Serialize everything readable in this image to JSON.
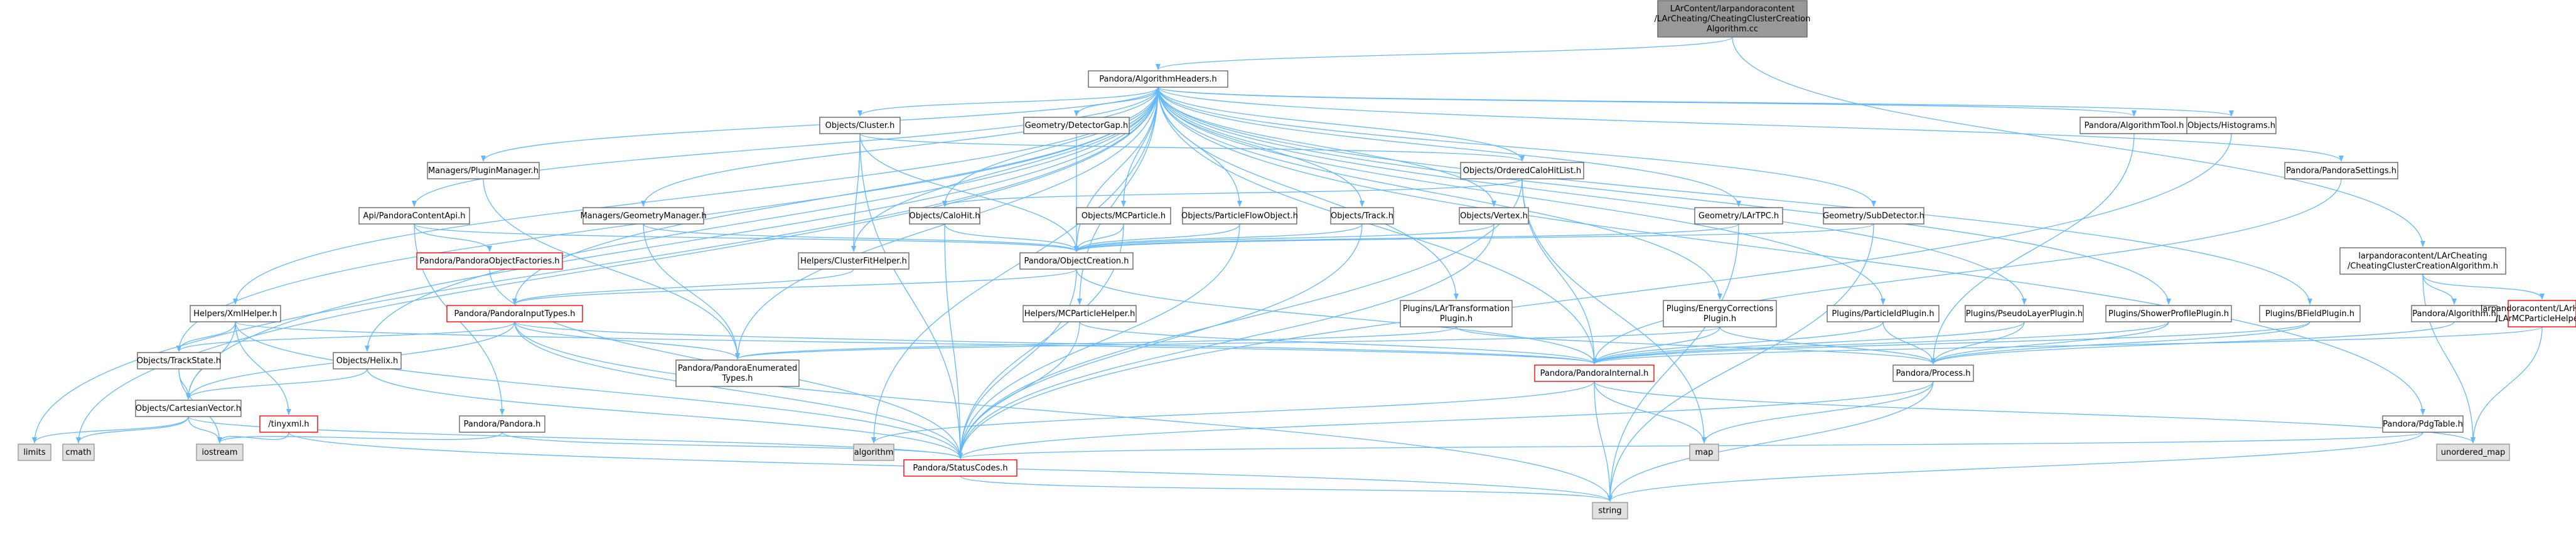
{
  "colors": {
    "edge": "#63B8FF",
    "node_fill": "#ffffff",
    "node_border": "#666666",
    "root_fill": "#999999",
    "root_border": "#666666",
    "missing_border": "#ff0000",
    "system_fill": "#e0e0e0",
    "system_border": "#999999"
  },
  "nodes": [
    {
      "id": "root",
      "kind": "root",
      "label": [
        "LArContent/larpandoracontent",
        "/LArCheating/CheatingClusterCreation",
        "Algorithm.cc"
      ]
    },
    {
      "id": "algh",
      "kind": "normal",
      "label": [
        "Pandora/AlgorithmHeaders.h"
      ]
    },
    {
      "id": "cluster",
      "kind": "normal",
      "label": [
        "Objects/Cluster.h"
      ]
    },
    {
      "id": "detgap",
      "kind": "normal",
      "label": [
        "Geometry/DetectorGap.h"
      ]
    },
    {
      "id": "algtool",
      "kind": "normal",
      "label": [
        "Pandora/AlgorithmTool.h"
      ]
    },
    {
      "id": "histo",
      "kind": "normal",
      "label": [
        "Objects/Histograms.h"
      ]
    },
    {
      "id": "settings",
      "kind": "normal",
      "label": [
        "Pandora/PandoraSettings.h"
      ]
    },
    {
      "id": "plugmgr",
      "kind": "normal",
      "label": [
        "Managers/PluginManager.h"
      ]
    },
    {
      "id": "ochl",
      "kind": "normal",
      "label": [
        "Objects/OrderedCaloHitList.h"
      ]
    },
    {
      "id": "apicontent",
      "kind": "normal",
      "label": [
        "Api/PandoraContentApi.h"
      ]
    },
    {
      "id": "geomgr",
      "kind": "normal",
      "label": [
        "Managers/GeometryManager.h"
      ]
    },
    {
      "id": "calohit",
      "kind": "normal",
      "label": [
        "Objects/CaloHit.h"
      ]
    },
    {
      "id": "mcp",
      "kind": "normal",
      "label": [
        "Objects/MCParticle.h"
      ]
    },
    {
      "id": "pfo",
      "kind": "normal",
      "label": [
        "Objects/ParticleFlowObject.h"
      ]
    },
    {
      "id": "track",
      "kind": "normal",
      "label": [
        "Objects/Track.h"
      ]
    },
    {
      "id": "vertex",
      "kind": "normal",
      "label": [
        "Objects/Vertex.h"
      ]
    },
    {
      "id": "lartpc",
      "kind": "normal",
      "label": [
        "Geometry/LArTPC.h"
      ]
    },
    {
      "id": "subdet",
      "kind": "normal",
      "label": [
        "Geometry/SubDetector.h"
      ]
    },
    {
      "id": "objfact",
      "kind": "missing",
      "label": [
        "Pandora/PandoraObjectFactories.h"
      ]
    },
    {
      "id": "clusterfit",
      "kind": "normal",
      "label": [
        "Helpers/ClusterFitHelper.h"
      ]
    },
    {
      "id": "objcreate",
      "kind": "normal",
      "label": [
        "Pandora/ObjectCreation.h"
      ]
    },
    {
      "id": "ccca",
      "kind": "normal",
      "label": [
        "larpandoracontent/LArCheating",
        "/CheatingClusterCreationAlgorithm.h"
      ]
    },
    {
      "id": "xml",
      "kind": "normal",
      "label": [
        "Helpers/XmlHelper.h"
      ]
    },
    {
      "id": "inputtypes",
      "kind": "missing",
      "label": [
        "Pandora/PandoraInputTypes.h"
      ]
    },
    {
      "id": "mcphelper",
      "kind": "normal",
      "label": [
        "Helpers/MCParticleHelper.h"
      ]
    },
    {
      "id": "lartransf",
      "kind": "normal",
      "label": [
        "Plugins/LArTransformation",
        "Plugin.h"
      ]
    },
    {
      "id": "energy",
      "kind": "normal",
      "label": [
        "Plugins/EnergyCorrections",
        "Plugin.h"
      ]
    },
    {
      "id": "partid",
      "kind": "normal",
      "label": [
        "Plugins/ParticleIdPlugin.h"
      ]
    },
    {
      "id": "pseudo",
      "kind": "normal",
      "label": [
        "Plugins/PseudoLayerPlugin.h"
      ]
    },
    {
      "id": "shower",
      "kind": "normal",
      "label": [
        "Plugins/ShowerProfilePlugin.h"
      ]
    },
    {
      "id": "bfield",
      "kind": "normal",
      "label": [
        "Plugins/BFieldPlugin.h"
      ]
    },
    {
      "id": "algorithm",
      "kind": "normal",
      "label": [
        "Pandora/Algorithm.h"
      ]
    },
    {
      "id": "larmcp",
      "kind": "missing",
      "label": [
        "larpandoracontent/LArHelpers",
        "/LArMCParticleHelper.h"
      ]
    },
    {
      "id": "trackstate",
      "kind": "normal",
      "label": [
        "Objects/TrackState.h"
      ]
    },
    {
      "id": "helix",
      "kind": "normal",
      "label": [
        "Objects/Helix.h"
      ]
    },
    {
      "id": "enumtypes",
      "kind": "normal",
      "label": [
        "Pandora/PandoraEnumerated",
        "Types.h"
      ]
    },
    {
      "id": "internal",
      "kind": "missing",
      "label": [
        "Pandora/PandoraInternal.h"
      ]
    },
    {
      "id": "process",
      "kind": "normal",
      "label": [
        "Pandora/Process.h"
      ]
    },
    {
      "id": "cartesian",
      "kind": "normal",
      "label": [
        "Objects/CartesianVector.h"
      ]
    },
    {
      "id": "tinyxml",
      "kind": "missing",
      "label": [
        "/tinyxml.h"
      ]
    },
    {
      "id": "pandorah",
      "kind": "normal",
      "label": [
        "Pandora/Pandora.h"
      ]
    },
    {
      "id": "pdgtable",
      "kind": "normal",
      "label": [
        "Pandora/PdgTable.h"
      ]
    },
    {
      "id": "algorithmstd",
      "kind": "system",
      "label": [
        "algorithm"
      ]
    },
    {
      "id": "map",
      "kind": "system",
      "label": [
        "map"
      ]
    },
    {
      "id": "umap",
      "kind": "system",
      "label": [
        "unordered_map"
      ]
    },
    {
      "id": "limits",
      "kind": "system",
      "label": [
        "limits"
      ]
    },
    {
      "id": "cmath",
      "kind": "system",
      "label": [
        "cmath"
      ]
    },
    {
      "id": "iostream",
      "kind": "system",
      "label": [
        "iostream"
      ]
    },
    {
      "id": "status",
      "kind": "missing",
      "label": [
        "Pandora/StatusCodes.h"
      ]
    },
    {
      "id": "string",
      "kind": "system",
      "label": [
        "string"
      ]
    }
  ],
  "edges": [
    [
      "root",
      "algh"
    ],
    [
      "root",
      "ccca"
    ],
    [
      "algh",
      "cluster"
    ],
    [
      "algh",
      "detgap"
    ],
    [
      "algh",
      "algtool"
    ],
    [
      "algh",
      "histo"
    ],
    [
      "algh",
      "settings"
    ],
    [
      "algh",
      "plugmgr"
    ],
    [
      "algh",
      "ochl"
    ],
    [
      "algh",
      "apicontent"
    ],
    [
      "algh",
      "geomgr"
    ],
    [
      "algh",
      "calohit"
    ],
    [
      "algh",
      "mcp"
    ],
    [
      "algh",
      "pfo"
    ],
    [
      "algh",
      "track"
    ],
    [
      "algh",
      "vertex"
    ],
    [
      "algh",
      "lartpc"
    ],
    [
      "algh",
      "subdet"
    ],
    [
      "algh",
      "clusterfit"
    ],
    [
      "algh",
      "xml"
    ],
    [
      "algh",
      "inputtypes"
    ],
    [
      "algh",
      "mcphelper"
    ],
    [
      "algh",
      "lartransf"
    ],
    [
      "algh",
      "energy"
    ],
    [
      "algh",
      "partid"
    ],
    [
      "algh",
      "pseudo"
    ],
    [
      "algh",
      "shower"
    ],
    [
      "algh",
      "bfield"
    ],
    [
      "algh",
      "trackstate"
    ],
    [
      "algh",
      "helix"
    ],
    [
      "algh",
      "enumtypes"
    ],
    [
      "algh",
      "cartesian"
    ],
    [
      "algh",
      "algorithmstd"
    ],
    [
      "algh",
      "limits"
    ],
    [
      "algh",
      "cmath"
    ],
    [
      "algh",
      "pdgtable"
    ],
    [
      "algh",
      "internal"
    ],
    [
      "algh",
      "objcreate"
    ],
    [
      "cluster",
      "ochl"
    ],
    [
      "cluster",
      "objcreate"
    ],
    [
      "cluster",
      "clusterfit"
    ],
    [
      "cluster",
      "status"
    ],
    [
      "detgap",
      "objcreate"
    ],
    [
      "algtool",
      "process"
    ],
    [
      "histo",
      "status"
    ],
    [
      "settings",
      "internal"
    ],
    [
      "plugmgr",
      "enumtypes"
    ],
    [
      "ochl",
      "calohit"
    ],
    [
      "ochl",
      "internal"
    ],
    [
      "ochl",
      "status"
    ],
    [
      "ochl",
      "map"
    ],
    [
      "apicontent",
      "objfact"
    ],
    [
      "apicontent",
      "pandorah"
    ],
    [
      "apicontent",
      "objcreate"
    ],
    [
      "geomgr",
      "enumtypes"
    ],
    [
      "geomgr",
      "objcreate"
    ],
    [
      "calohit",
      "objcreate"
    ],
    [
      "calohit",
      "status"
    ],
    [
      "mcp",
      "objcreate"
    ],
    [
      "mcp",
      "status"
    ],
    [
      "pfo",
      "objcreate"
    ],
    [
      "pfo",
      "status"
    ],
    [
      "track",
      "objcreate"
    ],
    [
      "track",
      "status"
    ],
    [
      "vertex",
      "objcreate"
    ],
    [
      "vertex",
      "status"
    ],
    [
      "lartpc",
      "objcreate"
    ],
    [
      "lartpc",
      "string"
    ],
    [
      "subdet",
      "objcreate"
    ],
    [
      "subdet",
      "string"
    ],
    [
      "objfact",
      "status"
    ],
    [
      "clusterfit",
      "inputtypes"
    ],
    [
      "objcreate",
      "inputtypes"
    ],
    [
      "objcreate",
      "internal"
    ],
    [
      "objcreate",
      "status"
    ],
    [
      "ccca",
      "algorithm"
    ],
    [
      "ccca",
      "larmcp"
    ],
    [
      "ccca",
      "umap"
    ],
    [
      "xml",
      "trackstate"
    ],
    [
      "xml",
      "cartesian"
    ],
    [
      "xml",
      "tinyxml"
    ],
    [
      "xml",
      "status"
    ],
    [
      "xml",
      "internal"
    ],
    [
      "inputtypes",
      "trackstate"
    ],
    [
      "inputtypes",
      "cartesian"
    ],
    [
      "inputtypes",
      "enumtypes"
    ],
    [
      "inputtypes",
      "internal"
    ],
    [
      "inputtypes",
      "status"
    ],
    [
      "inputtypes",
      "string"
    ],
    [
      "mcphelper",
      "internal"
    ],
    [
      "mcphelper",
      "status"
    ],
    [
      "lartransf",
      "enumtypes"
    ],
    [
      "lartransf",
      "process"
    ],
    [
      "energy",
      "enumtypes"
    ],
    [
      "energy",
      "internal"
    ],
    [
      "energy",
      "process"
    ],
    [
      "partid",
      "internal"
    ],
    [
      "partid",
      "process"
    ],
    [
      "pseudo",
      "internal"
    ],
    [
      "pseudo",
      "process"
    ],
    [
      "shower",
      "internal"
    ],
    [
      "shower",
      "process"
    ],
    [
      "bfield",
      "internal"
    ],
    [
      "bfield",
      "process"
    ],
    [
      "algorithm",
      "process"
    ],
    [
      "larmcp",
      "internal"
    ],
    [
      "larmcp",
      "umap"
    ],
    [
      "trackstate",
      "cartesian"
    ],
    [
      "trackstate",
      "iostream"
    ],
    [
      "helix",
      "cartesian"
    ],
    [
      "helix",
      "status"
    ],
    [
      "internal",
      "algorithmstd"
    ],
    [
      "internal",
      "map"
    ],
    [
      "internal",
      "umap"
    ],
    [
      "internal",
      "string"
    ],
    [
      "process",
      "status"
    ],
    [
      "process",
      "map"
    ],
    [
      "process",
      "string"
    ],
    [
      "cartesian",
      "cmath"
    ],
    [
      "cartesian",
      "iostream"
    ],
    [
      "cartesian",
      "limits"
    ],
    [
      "cartesian",
      "status"
    ],
    [
      "tinyxml",
      "iostream"
    ],
    [
      "tinyxml",
      "string"
    ],
    [
      "pandorah",
      "status"
    ],
    [
      "pandorah",
      "iostream"
    ],
    [
      "pdgtable",
      "status"
    ],
    [
      "pdgtable",
      "string"
    ],
    [
      "status",
      "string"
    ]
  ]
}
